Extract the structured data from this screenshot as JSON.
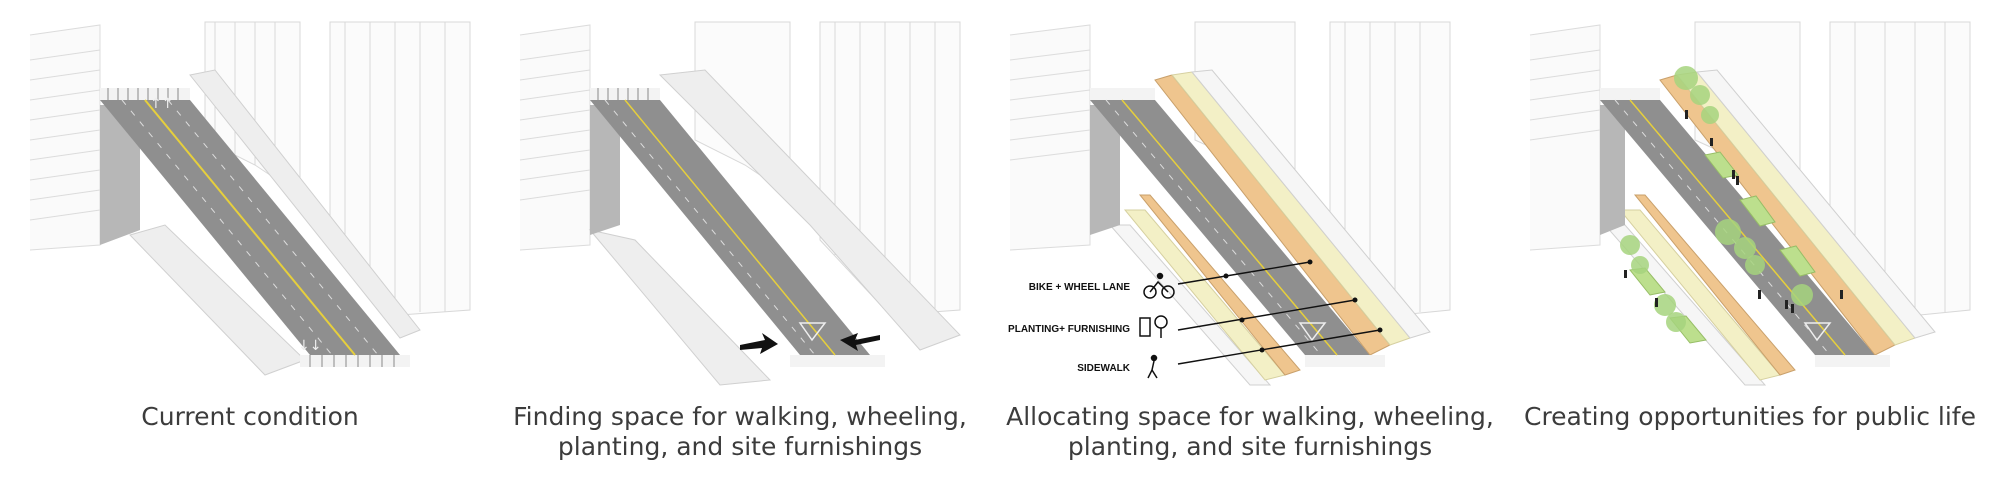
{
  "panels": [
    {
      "caption": [
        "Current condition"
      ]
    },
    {
      "caption": [
        "Finding space for walking, wheeling,",
        "planting, and site furnishings"
      ]
    },
    {
      "caption": [
        "Allocating space for walking, wheeling,",
        "planting, and site furnishings"
      ],
      "legend": [
        {
          "label": "BIKE + WHEEL LANE",
          "icon": "bicycle-icon"
        },
        {
          "label": "PLANTING+ FURNISHING",
          "icon": "tree-bench-icon"
        },
        {
          "label": "SIDEWALK",
          "icon": "pedestrian-icon"
        }
      ]
    },
    {
      "caption": [
        "Creating opportunities for public life"
      ]
    }
  ],
  "colors": {
    "road": "#8e8e8e",
    "curb_wall": "#b9b9b9",
    "sidewalk": "#ededed",
    "building_line": "#d9d9d9",
    "center_line": "#e6cf3c",
    "bike_lane": "#efc58e",
    "planting_zone": "#f3f0c6",
    "green_planter": "#bcdf8d",
    "tree": "#a6d37e"
  }
}
